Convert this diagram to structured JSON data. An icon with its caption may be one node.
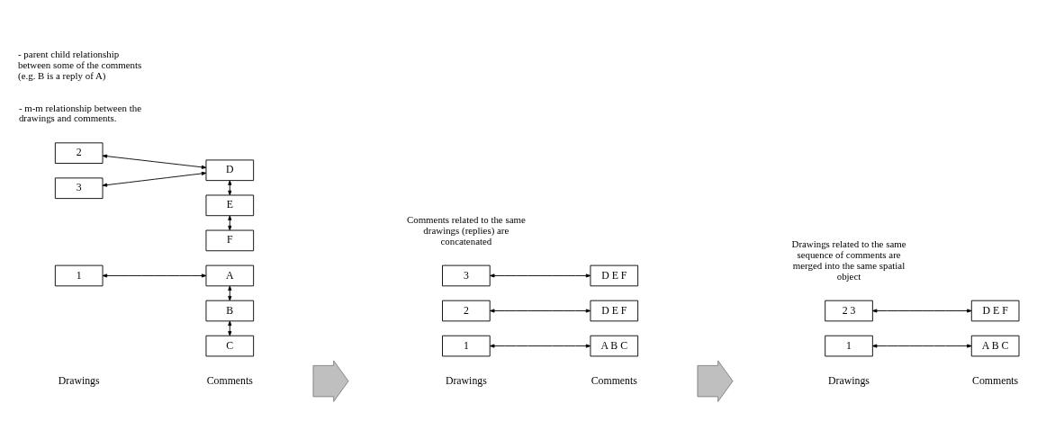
{
  "diagram": {
    "nodes": [
      {
        "text": [
          "1"
        ]
      },
      {
        "text": [
          "A"
        ]
      },
      {
        "text": [
          "B"
        ]
      },
      {
        "text": [
          "C"
        ]
      },
      {
        "text": [
          "2"
        ]
      },
      {
        "text": [
          "D"
        ]
      },
      {
        "text": [
          "3"
        ]
      },
      {
        "text": [
          "E"
        ]
      },
      {
        "text": [
          "F"
        ]
      },
      {
        "text": [],
        "shape": "arrow"
      },
      {
        "text": [
          "1"
        ]
      },
      {
        "text": [
          "A B C"
        ]
      },
      {
        "text": [
          "2"
        ]
      },
      {
        "text": [
          "D E F"
        ]
      },
      {
        "text": [
          "3"
        ]
      },
      {
        "text": [
          "D E F"
        ]
      },
      {
        "text": [],
        "shape": "arrow"
      },
      {
        "text": [
          "1"
        ]
      },
      {
        "text": [
          "A B C"
        ]
      },
      {
        "text": [
          "2 3"
        ]
      },
      {
        "text": [
          "D E F"
        ]
      }
    ],
    "edges": [
      {
        "from": 0,
        "to": 1,
        "arrow": "both"
      },
      {
        "from": 1,
        "to": 2,
        "arrow": "both"
      },
      {
        "from": 2,
        "to": 3,
        "arrow": "both"
      },
      {
        "from": 4,
        "to": 5,
        "arrow": "both"
      },
      {
        "from": 5,
        "to": 6,
        "arrow": "both"
      },
      {
        "from": 5,
        "to": 7,
        "arrow": "both"
      },
      {
        "from": 7,
        "to": 8,
        "arrow": "both"
      },
      {
        "from": 10,
        "to": 11,
        "arrow": "both"
      },
      {
        "from": 12,
        "to": 13,
        "arrow": "both"
      },
      {
        "from": 14,
        "to": 15,
        "arrow": "both"
      },
      {
        "from": 17,
        "to": 18,
        "arrow": "both"
      },
      {
        "from": 19,
        "to": 20,
        "arrow": "both"
      }
    ],
    "labels": [
      "Drawings",
      "Comments",
      "Drawings",
      "Comments",
      "Drawings",
      "Comments",
      "- m-m relationship between the drawings and comments.",
      "- parent child relationship between some of the comments (e.g. B is a reply of A)",
      "Comments related to the same drawings (replies) are concatenated",
      "Drawings related to the same sequence of comments are merged into the same spatial object"
    ]
  }
}
